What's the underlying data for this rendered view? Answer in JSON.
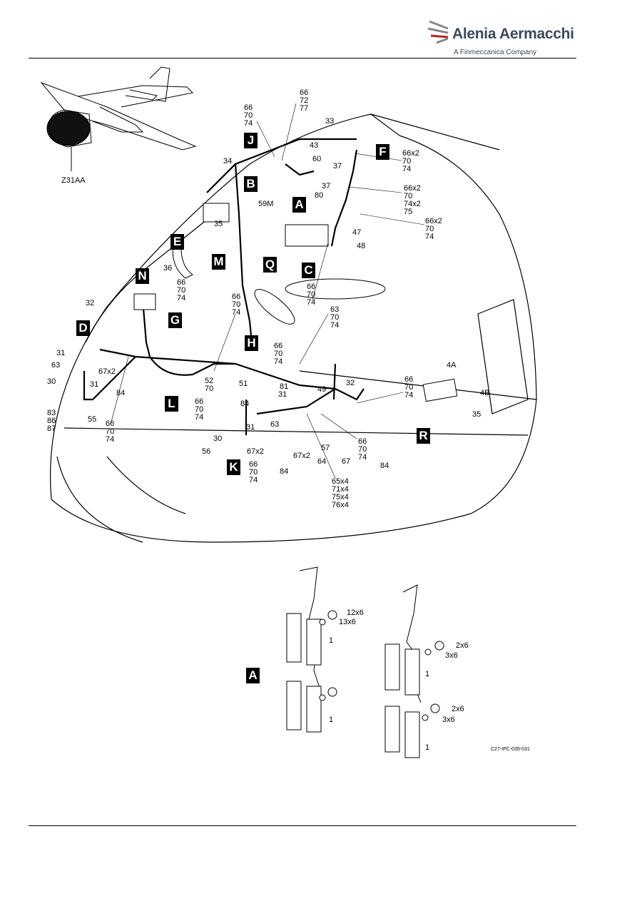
{
  "header": {
    "brand_name": "Alenia Aermacchi",
    "brand_tagline": "A Finmeccanica Company"
  },
  "figure": {
    "zone_label": "Z31AA",
    "figure_code": "C27-IPC-035-031",
    "view_tags": [
      "J",
      "B",
      "F",
      "A",
      "E",
      "M",
      "Q",
      "C",
      "N",
      "G",
      "D",
      "H",
      "L",
      "K",
      "R"
    ],
    "detail_tag": "A",
    "callouts": {
      "c1": "66\n72\n77",
      "c2": "66\n70\n74",
      "c3": "33",
      "c4": "43",
      "c5": "60",
      "c6": "34",
      "c7": "37",
      "c8": "37",
      "c9": "80",
      "c10": "59M",
      "c11": "66x2\n70\n74",
      "c12": "66x2\n70\n74x2\n75",
      "c13": "66x2\n70\n74",
      "c14": "47",
      "c15": "48",
      "c16": "35",
      "c17": "36",
      "c18": "66\n70\n74",
      "c19": "66\n70\n74",
      "c20": "66\n70\n74",
      "c21": "63\n70\n74",
      "c22": "32",
      "c23": "31",
      "c24": "63",
      "c25": "67x2",
      "c26": "30",
      "c27": "31",
      "c28": "84",
      "c29": "83\n86\n87",
      "c30": "55",
      "c31": "66\n70\n74",
      "c32": "52\n70",
      "c33": "66\n70\n74",
      "c34": "51",
      "c35": "81",
      "c36": "31",
      "c37": "84",
      "c38": "49",
      "c39": "32",
      "c40": "66\n70\n74",
      "c41": "4A",
      "c42": "4B",
      "c43": "35",
      "c44": "66\n70\n74",
      "c45": "31",
      "c46": "63",
      "c47": "30",
      "c48": "56",
      "c49": "67x2",
      "c50": "66\n70\n74",
      "c51": "84",
      "c52": "67x2",
      "c53": "64",
      "c54": "57",
      "c55": "67",
      "c56": "66\n70\n74",
      "c57": "84",
      "c58": "65x4\n71x4\n75x4\n76x4",
      "d1": "12x6",
      "d2": "13x6",
      "d3": "1",
      "d4": "1",
      "d5": "2x6",
      "d6": "3x6",
      "d7": "1",
      "d8": "2x6",
      "d9": "3x6",
      "d10": "1"
    }
  }
}
